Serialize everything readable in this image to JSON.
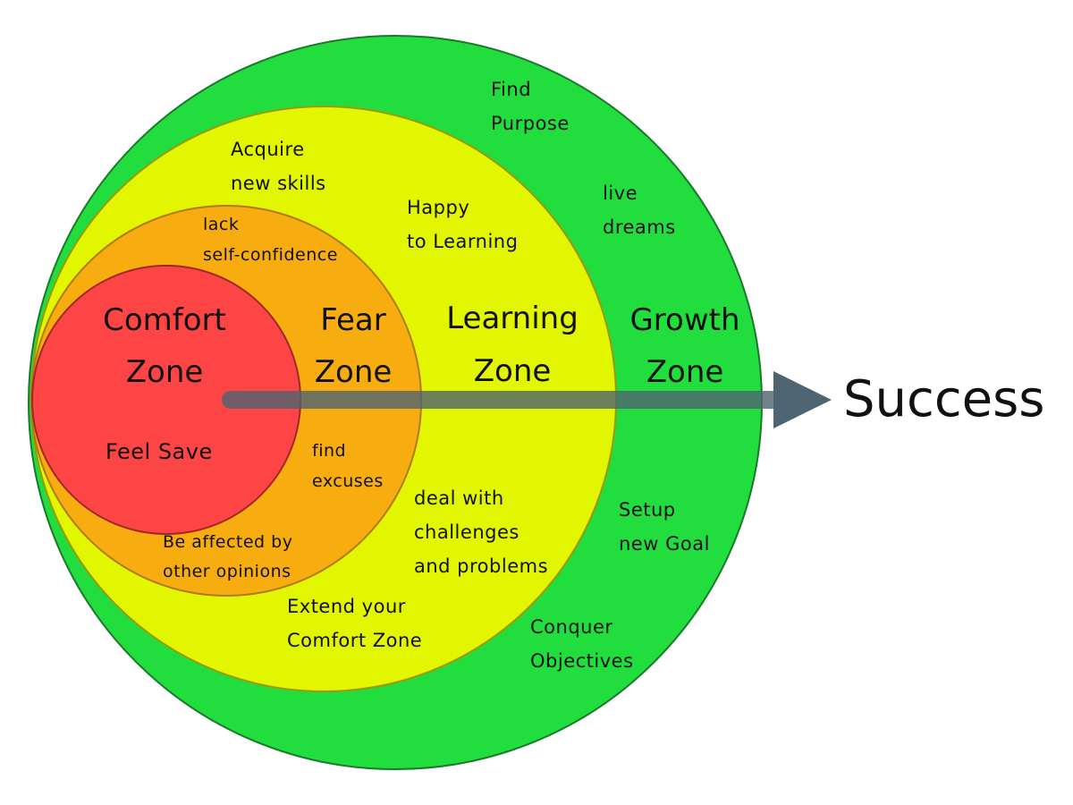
{
  "zones": {
    "growth": {
      "color": "#22dd3e",
      "line1": "Growth",
      "line2": "Zone"
    },
    "learning": {
      "color": "#e2f501",
      "line1": "Learning",
      "line2": "Zone"
    },
    "fear": {
      "color": "#f7ac0f",
      "line1": "Fear",
      "line2": "Zone"
    },
    "comfort": {
      "color": "#fd4545",
      "line1": "Comfort",
      "line2": "Zone"
    }
  },
  "arrow": {
    "color": "#4f6471",
    "label": "Success"
  },
  "notes": {
    "growth": [
      {
        "line1": "Find",
        "line2": "Purpose"
      },
      {
        "line1": "live",
        "line2": "dreams"
      },
      {
        "line1": "Setup",
        "line2": "new Goal"
      },
      {
        "line1": "Conquer",
        "line2": "Objectives"
      }
    ],
    "learning": [
      {
        "line1": "Acquire",
        "line2": "new skills"
      },
      {
        "line1": "Happy",
        "line2": "to Learning"
      },
      {
        "line1": "deal with",
        "line2": "challenges",
        "line3": "and problems"
      },
      {
        "line1": "Extend your",
        "line2": "Comfort Zone"
      }
    ],
    "fear": [
      {
        "line1": "lack",
        "line2": "self-confidence"
      },
      {
        "line1": "find",
        "line2": "excuses"
      },
      {
        "line1": "Be affected by",
        "line2": "other opinions"
      }
    ],
    "comfort": [
      {
        "line1": "Feel Save"
      }
    ]
  }
}
